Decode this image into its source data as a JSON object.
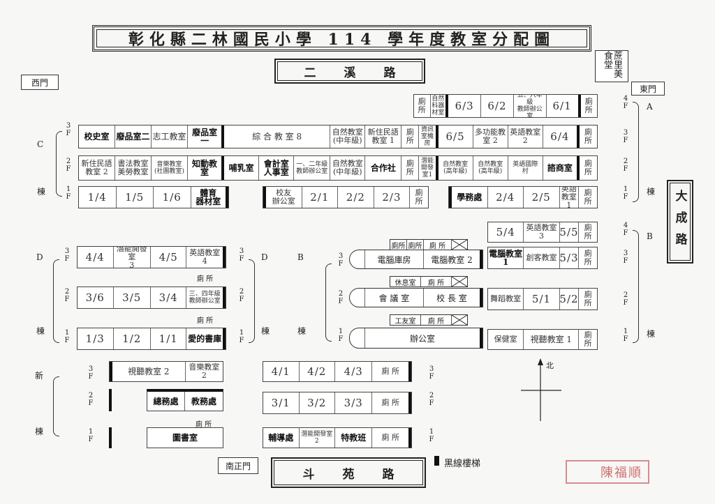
{
  "title": "彰化縣二林國民小學 114 學年度教室分配圖",
  "roads": {
    "north": "二溪路",
    "south": "斗苑路",
    "east": "大成路"
  },
  "gates": {
    "west": "西門",
    "east": "東門",
    "south": "南正門"
  },
  "cafeteria": "蔗里美食堂",
  "legend": "黑線樓梯",
  "compass": "北",
  "stamp": "陳福順",
  "buildings": {
    "A": "A",
    "B": "B",
    "C": "C",
    "D": "D",
    "new": "新",
    "wing": "棟"
  },
  "toilet": "廁所",
  "toilet_spaced": "廁 所",
  "a_building": {
    "f4": [
      "廁\n所",
      "自然\n科器\n材室",
      "6/3",
      "6/2",
      "五、六年級\n教師辦公室",
      "6/1",
      "廁\n所"
    ],
    "f3_right": [
      "廁\n所",
      "資訊\n室機\n房",
      "6/5",
      "多功能教\n室 2",
      "英語教室\n2",
      "6/4",
      "廁\n所"
    ],
    "f2_right": [
      "廁\n所",
      "潛能\n開發\n室1",
      "自然教室\n(高年級)",
      "自然教室\n(高年級)",
      "英語國際\n村",
      "諮商室",
      "廁\n所"
    ],
    "f1_right": [
      "學務處",
      "2/4",
      "2/5",
      "英語教室\n1",
      "廁\n所"
    ]
  },
  "c_building": {
    "f3": [
      "校史室",
      "廢品室二",
      "志工教室",
      "廢品室一",
      "綜 合 教 室 8",
      "自然教室\n(中年級)",
      "新住民語\n教室 1"
    ],
    "f2": [
      "新住民語\n教室 2",
      "書法教室\n美勞教室",
      "音樂教室\n(社團教室)",
      "知動教室",
      "哺乳室",
      "會計室\n人事室",
      "一、二年級\n教師辦公室",
      "自然教室\n(中年級)",
      "合作社"
    ],
    "f1_left": [
      "1/4",
      "1/5",
      "1/6",
      "體育\n器材室"
    ],
    "f1_mid": [
      "校友\n辦公室",
      "2/1",
      "2/2",
      "2/3",
      "廁\n所"
    ]
  },
  "b_building": {
    "f4": [
      "5/4",
      "英語教室\n3",
      "5/5",
      "廁\n所"
    ],
    "f3": [
      "電腦教室\n1",
      "創客教室",
      "5/3",
      "廁\n所"
    ],
    "f2": [
      "舞蹈教室",
      "5/1",
      "5/2",
      "廁\n所"
    ],
    "f1": [
      "保健室",
      "視聽教室 1",
      "廁\n所"
    ],
    "mid3": [
      "電腦庫房",
      "電腦教室 2"
    ],
    "mid3_top": [
      "廁所",
      "廁所",
      "廁 所"
    ],
    "mid2": [
      "會 議 室",
      "校 長 室"
    ],
    "mid2_top": [
      "休息室",
      "廁 所"
    ],
    "mid1": [
      "辦公室"
    ],
    "mid1_top": [
      "工友室",
      "廁 所"
    ]
  },
  "d_building": {
    "f3": [
      "4/4",
      "潛能開發室\n3",
      "4/5",
      "英語教室\n4"
    ],
    "f2": [
      "3/6",
      "3/5",
      "3/4",
      "三、四年級\n教師辦公室"
    ],
    "f1": [
      "1/3",
      "1/2",
      "1/1",
      "愛的書庫"
    ]
  },
  "new_building": {
    "f3_left": [
      "視聽教室 2",
      "音樂教室\n2"
    ],
    "f2_left": [
      "總務處",
      "教務處"
    ],
    "f1_left": [
      "圖書室"
    ],
    "f3_right": [
      "4/1",
      "4/2",
      "4/3",
      "廁 所"
    ],
    "f2_right": [
      "3/1",
      "3/2",
      "3/3",
      "廁 所"
    ],
    "f1_right": [
      "輔導處",
      "潛能開發室\n2",
      "特教班",
      "廁 所"
    ]
  },
  "floors": {
    "f1": "1\nF",
    "f2": "2\nF",
    "f3": "3\nF",
    "f4": "4\nF"
  }
}
